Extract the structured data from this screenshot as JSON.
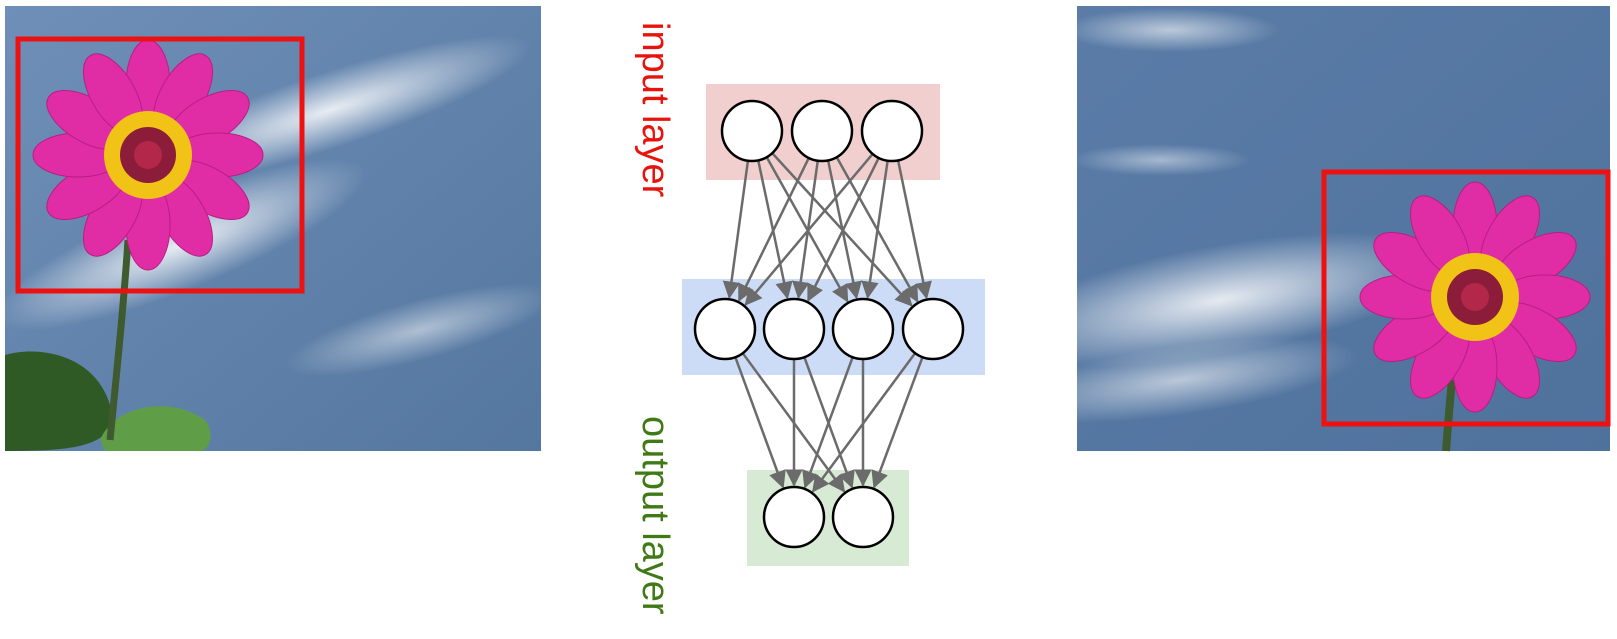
{
  "labels": {
    "input_layer": "input layer",
    "output_layer": "output layer"
  },
  "network": {
    "input_nodes": 3,
    "hidden_nodes": 4,
    "output_nodes": 2
  },
  "colors": {
    "input_band": "#f2cfcf",
    "hidden_band": "#cddcf6",
    "output_band": "#d7ead3",
    "input_label": "#e8130c",
    "output_label": "#3f7a16",
    "arrow": "#6b6b6b",
    "bounding_box": "#ee1111",
    "sky": "#5c7fab",
    "petal": "#e02da6"
  },
  "icons": {
    "left_image": "flower-photo",
    "right_image": "flower-photo",
    "neuron": "circle-node"
  }
}
